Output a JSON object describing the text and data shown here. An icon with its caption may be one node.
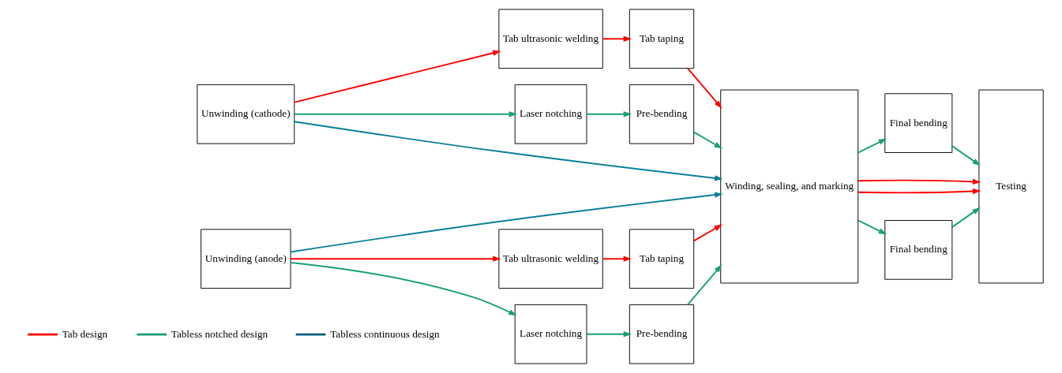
{
  "diagram": {
    "nodes": [
      {
        "text": [
          "Unwinding (cathode)"
        ]
      },
      {
        "text": [
          "Tab ultrasonic welding"
        ]
      },
      {
        "text": [
          "Tab taping"
        ]
      },
      {
        "text": [
          "Laser notching"
        ]
      },
      {
        "text": [
          "Pre-bending"
        ]
      },
      {
        "text": [
          "Winding, sealing, and marking"
        ]
      },
      {
        "text": [
          "Final bending"
        ]
      },
      {
        "text": [
          "Testing"
        ]
      },
      {
        "text": [
          "Unwinding (anode)"
        ]
      },
      {
        "text": [
          "Tab ultrasonic welding"
        ]
      },
      {
        "text": [
          "Tab taping"
        ]
      },
      {
        "text": [
          "Laser notching"
        ]
      },
      {
        "text": [
          "Pre-bending"
        ]
      },
      {
        "text": [
          "Final bending"
        ]
      }
    ],
    "edges": [
      {
        "from": 0,
        "to": 1,
        "arrow": "to",
        "color": "#ff0000"
      },
      {
        "from": 1,
        "to": 2,
        "arrow": "to",
        "color": "#ff0000"
      },
      {
        "from": 2,
        "to": 5,
        "arrow": "to",
        "color": "#ff0000"
      },
      {
        "from": 5,
        "to": 7,
        "arrow": "to",
        "color": "#ff0000"
      },
      {
        "from": 0,
        "to": 3,
        "arrow": "to",
        "color": "#1b9e7a"
      },
      {
        "from": 3,
        "to": 4,
        "arrow": "to",
        "color": "#1b9e7a"
      },
      {
        "from": 4,
        "to": 5,
        "arrow": "to",
        "color": "#1b9e7a"
      },
      {
        "from": 5,
        "to": 6,
        "arrow": "to",
        "color": "#1b9e7a"
      },
      {
        "from": 6,
        "to": 7,
        "arrow": "to",
        "color": "#1b9e7a"
      },
      {
        "from": 0,
        "to": 5,
        "arrow": "to",
        "color": "#0b7f99"
      },
      {
        "from": 8,
        "to": 5,
        "arrow": "to",
        "color": "#0b7f99"
      },
      {
        "from": 8,
        "to": 11,
        "arrow": "to",
        "color": "#1b9e7a"
      },
      {
        "from": 11,
        "to": 12,
        "arrow": "to",
        "color": "#1b9e7a"
      },
      {
        "from": 12,
        "to": 5,
        "arrow": "to",
        "color": "#1b9e7a"
      },
      {
        "from": 5,
        "to": 13,
        "arrow": "to",
        "color": "#1b9e7a"
      },
      {
        "from": 13,
        "to": 7,
        "arrow": "to",
        "color": "#1b9e7a"
      },
      {
        "from": 8,
        "to": 9,
        "arrow": "to",
        "color": "#ff0000"
      },
      {
        "from": 9,
        "to": 10,
        "arrow": "to",
        "color": "#ff0000"
      },
      {
        "from": 10,
        "to": 5,
        "arrow": "to",
        "color": "#ff0000"
      },
      {
        "from": 5,
        "to": 7,
        "arrow": "to",
        "color": "#ff0000"
      }
    ],
    "legend": [
      {
        "text": "Tab design"
      },
      {
        "text": "Tabless notched design"
      },
      {
        "text": "Tabless continuous design"
      }
    ]
  }
}
